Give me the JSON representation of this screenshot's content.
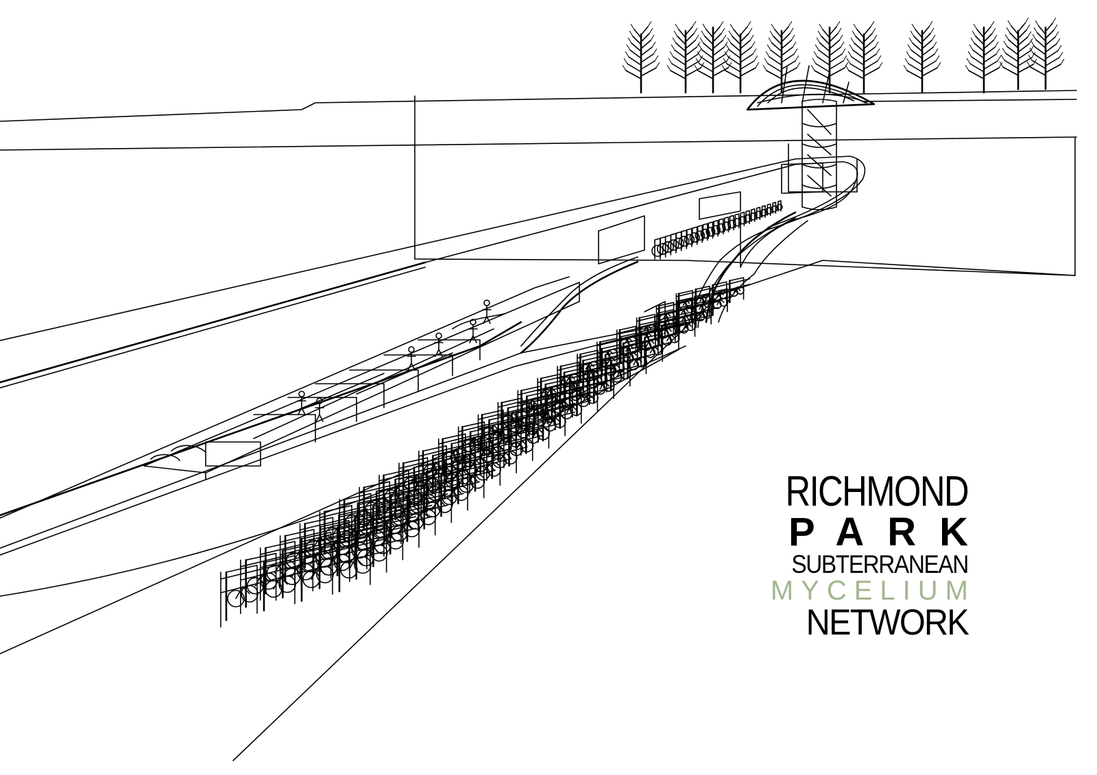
{
  "title": {
    "line1": "RICHMOND",
    "line2": "PARK",
    "line3": "SUBTERRANEAN",
    "line4": "MYCELIUM",
    "line5": "NETWORK"
  },
  "colors": {
    "line": "#000000",
    "accent": "#a3b68e",
    "background": "#ffffff"
  },
  "drawing": {
    "trees": 11,
    "bike_rack_rows": 24,
    "far_rack_count": 24
  }
}
